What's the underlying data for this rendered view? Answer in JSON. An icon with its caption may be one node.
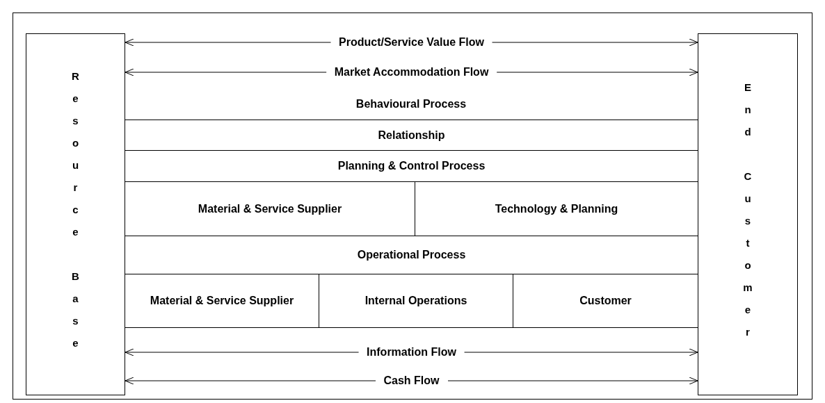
{
  "diagram": {
    "nodes": [
      {
        "text": [
          "Resource Base"
        ]
      },
      {
        "text": [
          "End Customer"
        ]
      },
      {
        "text": [
          "Relationship"
        ]
      },
      {
        "text": [
          "Planning & Control Process"
        ]
      },
      {
        "text": [
          "Material & Service Supplier"
        ]
      },
      {
        "text": [
          "Technology & Planning"
        ]
      },
      {
        "text": [
          "Operational Process"
        ]
      },
      {
        "text": [
          "Material & Service Supplier"
        ]
      },
      {
        "text": [
          "Internal Operations"
        ]
      },
      {
        "text": [
          "Customer"
        ]
      }
    ],
    "edges": [
      {
        "from": 0,
        "to": 1,
        "arrow": "both",
        "label": "Product/Service Value Flow"
      },
      {
        "from": 0,
        "to": 1,
        "arrow": "both",
        "label": "Market Accommodation Flow"
      },
      {
        "from": 0,
        "to": 1,
        "arrow": "both",
        "label": "Information Flow"
      },
      {
        "from": 0,
        "to": 1,
        "arrow": "both",
        "label": "Cash Flow"
      }
    ],
    "labels": [
      "Behavioural Process"
    ]
  }
}
